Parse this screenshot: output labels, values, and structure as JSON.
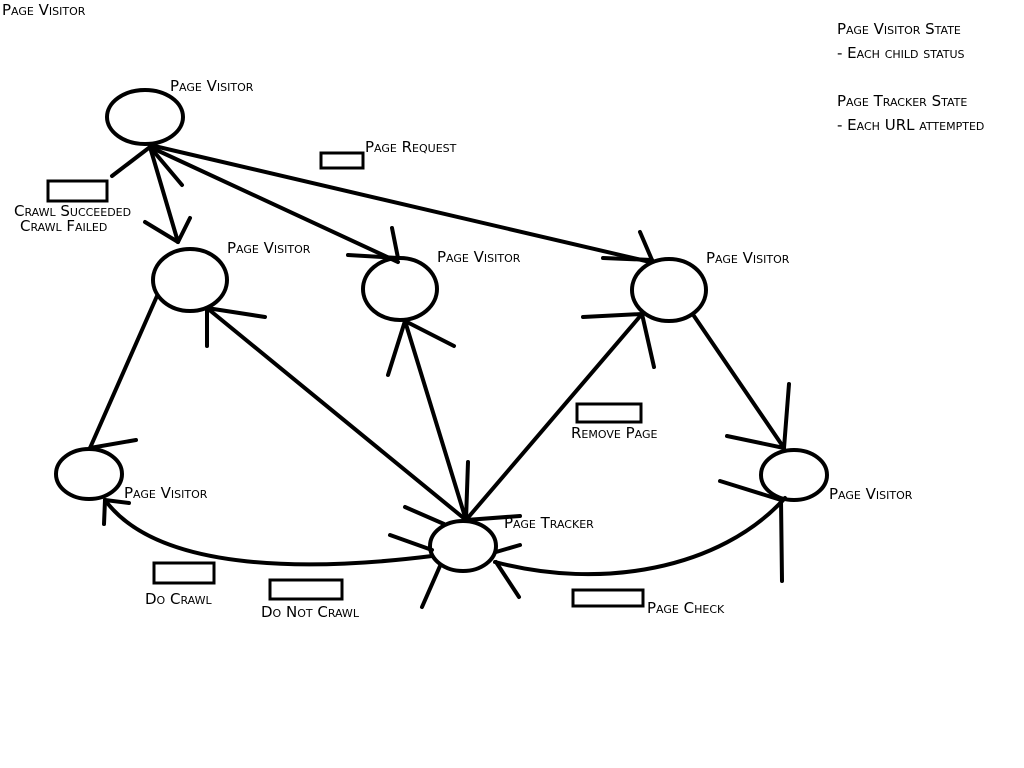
{
  "title": "Page Visitor",
  "notes": {
    "line1": "Page Visitor State",
    "line2": "- Each child status",
    "line3": "Page Tracker State",
    "line4": "- Each URL attempted"
  },
  "nodes": [
    {
      "id": "root",
      "label": "Page Visitor"
    },
    {
      "id": "child-left",
      "label": "Page Visitor"
    },
    {
      "id": "child-middle",
      "label": "Page Visitor"
    },
    {
      "id": "child-right",
      "label": "Page Visitor"
    },
    {
      "id": "bottom-left",
      "label": "Page Visitor"
    },
    {
      "id": "tracker",
      "label": "Page Tracker"
    },
    {
      "id": "bottom-right",
      "label": "Page Visitor"
    }
  ],
  "messages": {
    "crawl_succeeded": "Crawl Succeeded",
    "crawl_failed": "Crawl Failed",
    "page_request": "Page Request",
    "remove_page": "Remove Page",
    "do_crawl": "Do Crawl",
    "do_not_crawl": "Do Not Crawl",
    "page_check": "Page Check"
  },
  "colors": {
    "ink": "#000000",
    "background": "#ffffff"
  }
}
